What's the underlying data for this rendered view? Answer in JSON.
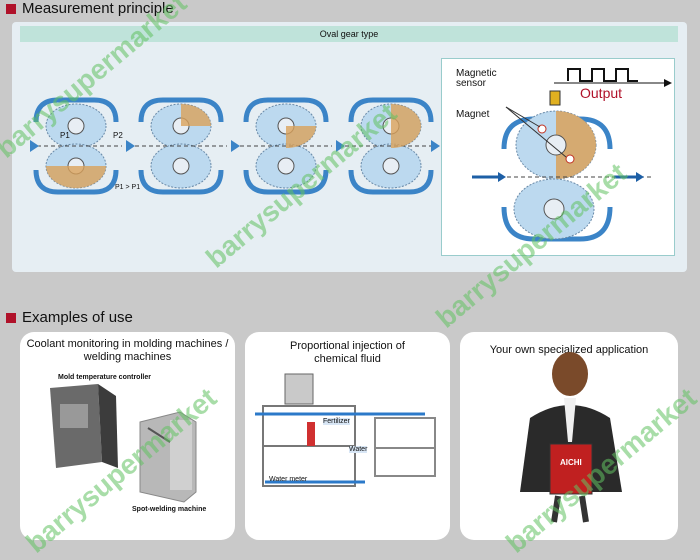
{
  "section1": {
    "title": "Measurement principle"
  },
  "oval_gear_label": "Oval gear type",
  "pressure": {
    "p1": "P1",
    "p2": "P2",
    "relation": "P1 > P1"
  },
  "detail": {
    "magnetic_sensor": "Magnetic sensor",
    "magnet": "Magnet",
    "output": "Output"
  },
  "section2": {
    "title": "Examples of use"
  },
  "cards": [
    {
      "title": "Coolant monitoring in molding machines / welding machines",
      "captions": [
        "Mold temperature controller",
        "Spot-welding machine"
      ]
    },
    {
      "title": "Proportional injection of chemical fluid",
      "captions": [
        "Fertilizer",
        "Water",
        "Water meter"
      ]
    },
    {
      "title": "Your own specialized application",
      "captions": [
        "AICHI"
      ]
    }
  ],
  "watermark": "barrysupermarket",
  "colors": {
    "accent_red": "#b0122a",
    "gear_blue": "#3b84c7",
    "gear_fill": "#bcd9ef",
    "brass": "#d9a15a",
    "teal_bar": "#bfe3da"
  }
}
